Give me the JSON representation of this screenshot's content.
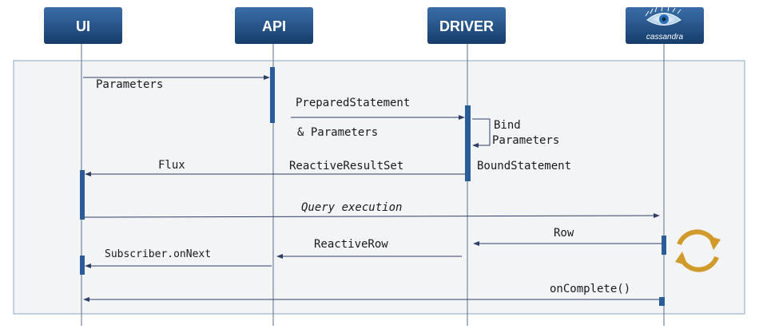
{
  "actors": [
    {
      "name": "ui",
      "label": "UI"
    },
    {
      "name": "api",
      "label": "API"
    },
    {
      "name": "driver",
      "label": "DRIVER"
    },
    {
      "name": "cassandra",
      "label": "cassandra"
    }
  ],
  "messages": {
    "parameters": "Parameters",
    "prepared_statement": "PreparedStatement",
    "and_parameters": "& Parameters",
    "bind": "Bind",
    "bind_parameters": "Parameters",
    "flux": "Flux",
    "reactive_result_set": "ReactiveResultSet",
    "bound_statement": "BoundStatement",
    "query_execution": "Query execution",
    "row": "Row",
    "reactive_row": "ReactiveRow",
    "subscriber_on_next": "Subscriber.onNext",
    "on_complete": "onComplete()"
  },
  "colors": {
    "actor_box": "#1e4f86",
    "lifeline": "#5b6f8a",
    "activation": "#2b5c9a",
    "arrow": "#2d3e66",
    "frame_fill": "#f2f4f6",
    "frame_stroke": "#8aa9c6",
    "refresh_icon": "#d29a2b"
  },
  "icons": {
    "cassandra_logo": "eye-icon",
    "loop": "refresh-icon"
  }
}
